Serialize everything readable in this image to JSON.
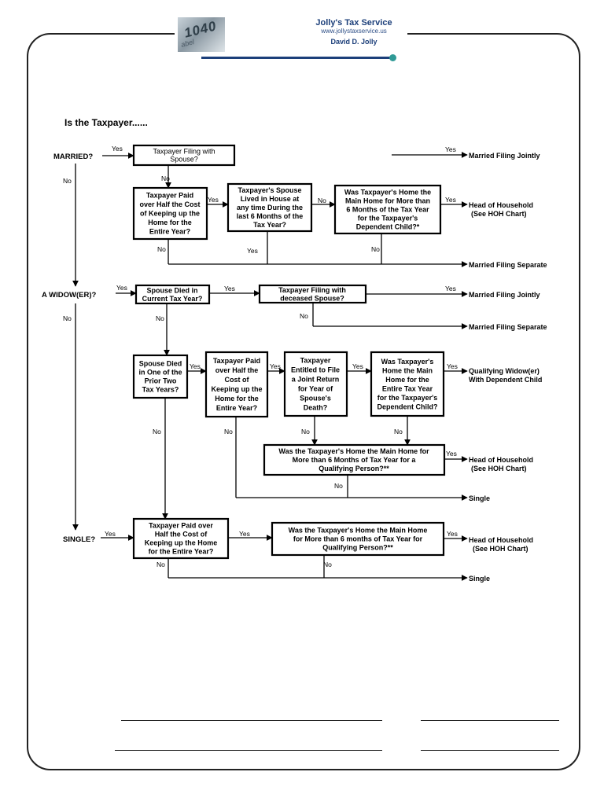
{
  "header": {
    "company": "Jolly's Tax Service",
    "url": "www.jollystaxservice.us",
    "owner": "David D. Jolly",
    "logo_text": "1040",
    "logo_subtext": "abel"
  },
  "heading": "Is the Taxpayer......",
  "sections": {
    "married": "MARRIED?",
    "widower": "A WIDOW(ER)?",
    "single": "SINGLE?"
  },
  "nodes": {
    "married_q1": [
      "Taxpayer Filing with",
      "Spouse?"
    ],
    "married_q2": [
      "Taxpayer Paid",
      "over Half the Cost",
      "of Keeping up the",
      "Home for the",
      "Entire Year?"
    ],
    "married_q3": [
      "Taxpayer's Spouse",
      "Lived in House at",
      "any time During the",
      "last 6 Months of the",
      "Tax Year?"
    ],
    "married_q4": [
      "Was Taxpayer's Home the",
      "Main Home for More than",
      "6 Months of the Tax Year",
      "for the Taxpayer's",
      "Dependent Child?*"
    ],
    "widow_q1": [
      "Spouse Died in",
      "Current Tax Year?"
    ],
    "widow_q2": [
      "Taxpayer Filing with",
      "deceased Spouse?"
    ],
    "widow_q3": [
      "Spouse Died",
      "in One of the",
      "Prior Two",
      "Tax Years?"
    ],
    "widow_q4": [
      "Taxpayer Paid",
      "over Half the",
      "Cost of",
      "Keeping up the",
      "Home for the",
      "Entire Year?"
    ],
    "widow_q5": [
      "Taxpayer",
      "Entitled to File",
      "a Joint Return",
      "for Year of",
      "Spouse's",
      "Death?"
    ],
    "widow_q6": [
      "Was Taxpayer's",
      "Home the Main",
      "Home for the",
      "Entire Tax Year",
      "for the Taxpayer's",
      "Dependent Child?"
    ],
    "widow_q7": [
      "Was the Taxpayer's Home the Main Home for",
      "More than 6 Months of Tax Year for a",
      "Qualifying Person?**"
    ],
    "single_q1": [
      "Taxpayer Paid over",
      "Half the Cost of",
      "Keeping up the Home",
      "for the Entire Year?"
    ],
    "single_q2": [
      "Was the Taxpayer's Home the Main Home",
      "for More than 6 months of Tax Year for",
      "Qualifying Person?**"
    ]
  },
  "outcomes": {
    "mfj_1": "Married Filing Jointly",
    "hoh_1": [
      "Head of Household",
      "(See HOH Chart)"
    ],
    "mfs_1": "Married Filing Separate",
    "mfj_2": "Married Filing Jointly",
    "mfs_2": "Married Filing Separate",
    "qw": [
      "Qualifying Widow(er)",
      "With Dependent Child"
    ],
    "hoh_2": [
      "Head of Household",
      "(See HOH Chart)"
    ],
    "single_1": "Single",
    "hoh_3": [
      "Head of Household",
      "(See HOH Chart)"
    ],
    "single_2": "Single"
  },
  "labels": {
    "yes": "Yes",
    "no": "No"
  }
}
